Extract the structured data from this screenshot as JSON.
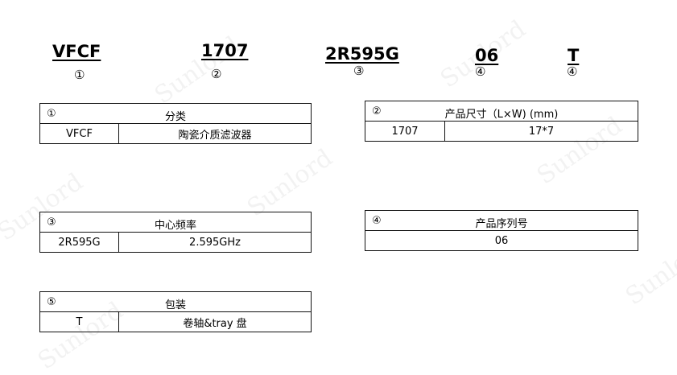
{
  "watermark": "Sunlord",
  "part_number": {
    "segments": [
      {
        "code": "VFCF",
        "marker": "①"
      },
      {
        "code": "1707",
        "marker": "②"
      },
      {
        "code": "2R595G",
        "marker": "③"
      },
      {
        "code": "06",
        "marker": "④"
      },
      {
        "code": "T",
        "marker": "④"
      }
    ]
  },
  "tables": {
    "classification": {
      "marker": "①",
      "title": "分类",
      "code": "VFCF",
      "value": "陶瓷介质滤波器"
    },
    "size": {
      "marker": "②",
      "title": "产品尺寸（L×W) (mm)",
      "code": "1707",
      "value": "17*7"
    },
    "frequency": {
      "marker": "③",
      "title": "中心频率",
      "code": "2R595G",
      "value": "2.595GHz"
    },
    "serial": {
      "marker": "④",
      "title": "产品序列号",
      "value": "06"
    },
    "packaging": {
      "marker": "⑤",
      "title": "包装",
      "code": "T",
      "value": "卷轴&tray 盘"
    }
  }
}
